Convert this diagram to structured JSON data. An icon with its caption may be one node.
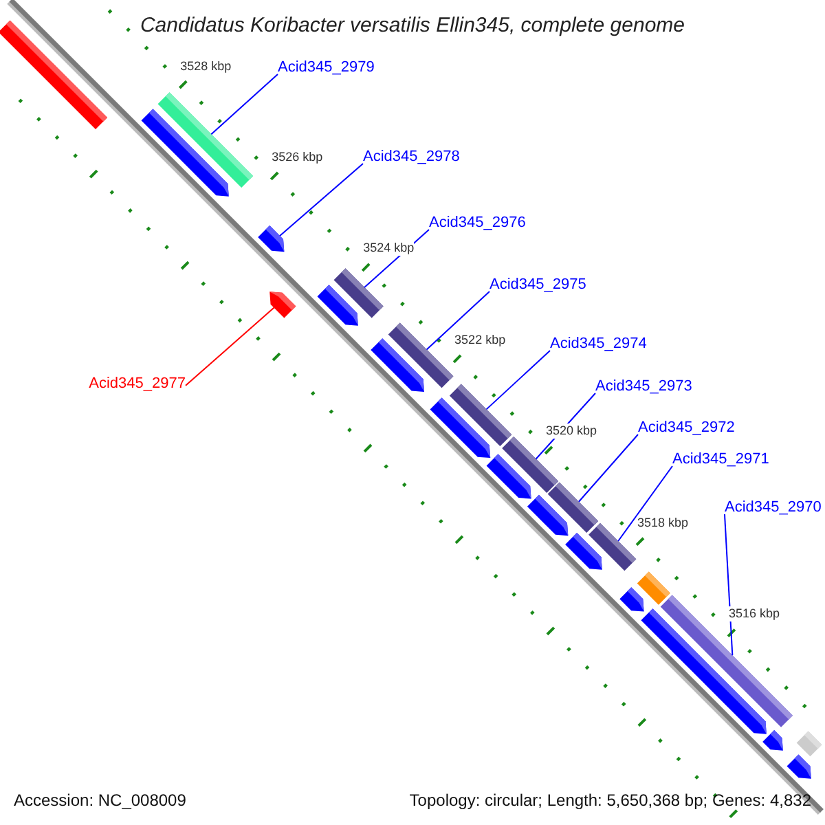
{
  "diagram": {
    "title": "Candidatus Koribacter versatilis Ellin345, complete genome",
    "nodes": [
      {
        "text": [
          "Acid345_2979"
        ]
      },
      {
        "text": [
          "Acid345_2978"
        ]
      },
      {
        "text": [
          "Acid345_2976"
        ]
      },
      {
        "text": [
          "Acid345_2975"
        ]
      },
      {
        "text": [
          "Acid345_2974"
        ]
      },
      {
        "text": [
          "Acid345_2977"
        ]
      },
      {
        "text": [
          "Acid345_2973"
        ]
      },
      {
        "text": [
          "Acid345_2972"
        ]
      },
      {
        "text": [
          "Acid345_2971"
        ]
      },
      {
        "text": [
          "Acid345_2970"
        ]
      },
      {
        "text": [],
        "shape": "bar"
      },
      {
        "text": [],
        "shape": "bar"
      },
      {
        "text": [],
        "shape": "arrow"
      },
      {
        "text": [],
        "shape": "arrow"
      },
      {
        "text": [],
        "shape": "arrow"
      },
      {
        "text": [],
        "shape": "bar"
      },
      {
        "text": [],
        "shape": "arrow"
      },
      {
        "text": [],
        "shape": "arrow"
      },
      {
        "text": [],
        "shape": "bar"
      },
      {
        "text": [],
        "shape": "arrow"
      },
      {
        "text": [],
        "shape": "bar"
      },
      {
        "text": [],
        "shape": "bar"
      },
      {
        "text": [],
        "shape": "arrow"
      },
      {
        "text": [],
        "shape": "arrow"
      },
      {
        "text": [],
        "shape": "bar"
      },
      {
        "text": [],
        "shape": "arrow"
      },
      {
        "text": [],
        "shape": "bar"
      },
      {
        "text": [],
        "shape": "arrow"
      },
      {
        "text": [],
        "shape": "bar"
      },
      {
        "text": [],
        "shape": "arrow"
      },
      {
        "text": [],
        "shape": "bar"
      },
      {
        "text": [],
        "shape": "arrow"
      },
      {
        "text": [],
        "shape": "bar"
      },
      {
        "text": [],
        "shape": "arrow"
      }
    ],
    "edges": [
      {
        "from": 0,
        "to": 11,
        "arrow": "none"
      },
      {
        "from": 1,
        "to": 13,
        "arrow": "none"
      },
      {
        "from": 2,
        "to": 15,
        "arrow": "none"
      },
      {
        "from": 3,
        "to": 18,
        "arrow": "none"
      },
      {
        "from": 4,
        "to": 20,
        "arrow": "none"
      },
      {
        "from": 5,
        "to": 14,
        "arrow": "none",
        "color": "#ff0000"
      },
      {
        "from": 6,
        "to": 21,
        "arrow": "none"
      },
      {
        "from": 7,
        "to": 24,
        "arrow": "none"
      },
      {
        "from": 8,
        "to": 26,
        "arrow": "none"
      },
      {
        "from": 9,
        "to": 30,
        "arrow": "none"
      }
    ],
    "labels": [
      "3528 kbp",
      "3526 kbp",
      "3524 kbp",
      "3522 kbp",
      "3520 kbp",
      "3518 kbp",
      "3516 kbp",
      "Accession: NC_008009",
      "Topology: circular; Length: 5,650,368 bp; Genes: 4,832"
    ]
  }
}
